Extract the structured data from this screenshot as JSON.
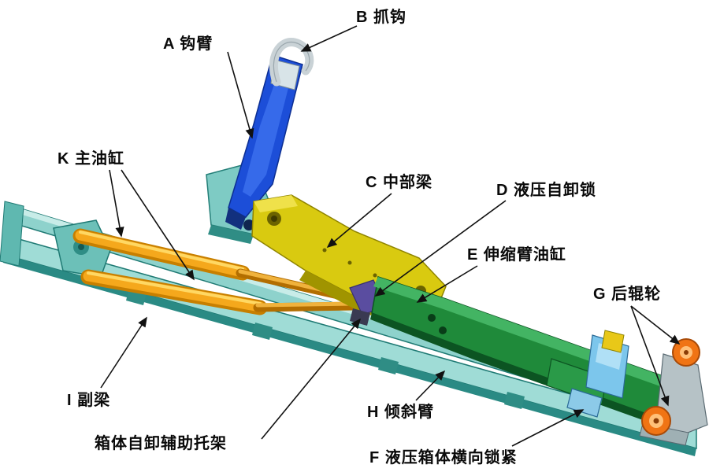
{
  "labels": {
    "a": "A 钩臂",
    "b": "B 抓钩",
    "c": "C 中部梁",
    "d": "D 液压自卸锁",
    "e": "E 伸缩臂油缸",
    "f": "F 液压箱体横向锁紧",
    "g": "G 后辊轮",
    "h": "H 倾斜臂",
    "i": "I 副梁",
    "k": "K 主油缸",
    "bracket": "箱体自卸辅助托架"
  },
  "colors": {
    "background": "#ffffff",
    "label_text": "#0a0a0a",
    "hook_arm": "#1c4ed8",
    "grab_hook": "#c9d2d6",
    "middle_beam": "#d9ca10",
    "main_cylinder": "#f5a81c",
    "subframe": "#8ed2cc",
    "tilt_arm": "#1f8a3a",
    "rear_roller": "#f07414",
    "lateral_lock": "#7cc6ec",
    "unload_lock": "#2a3faa"
  }
}
